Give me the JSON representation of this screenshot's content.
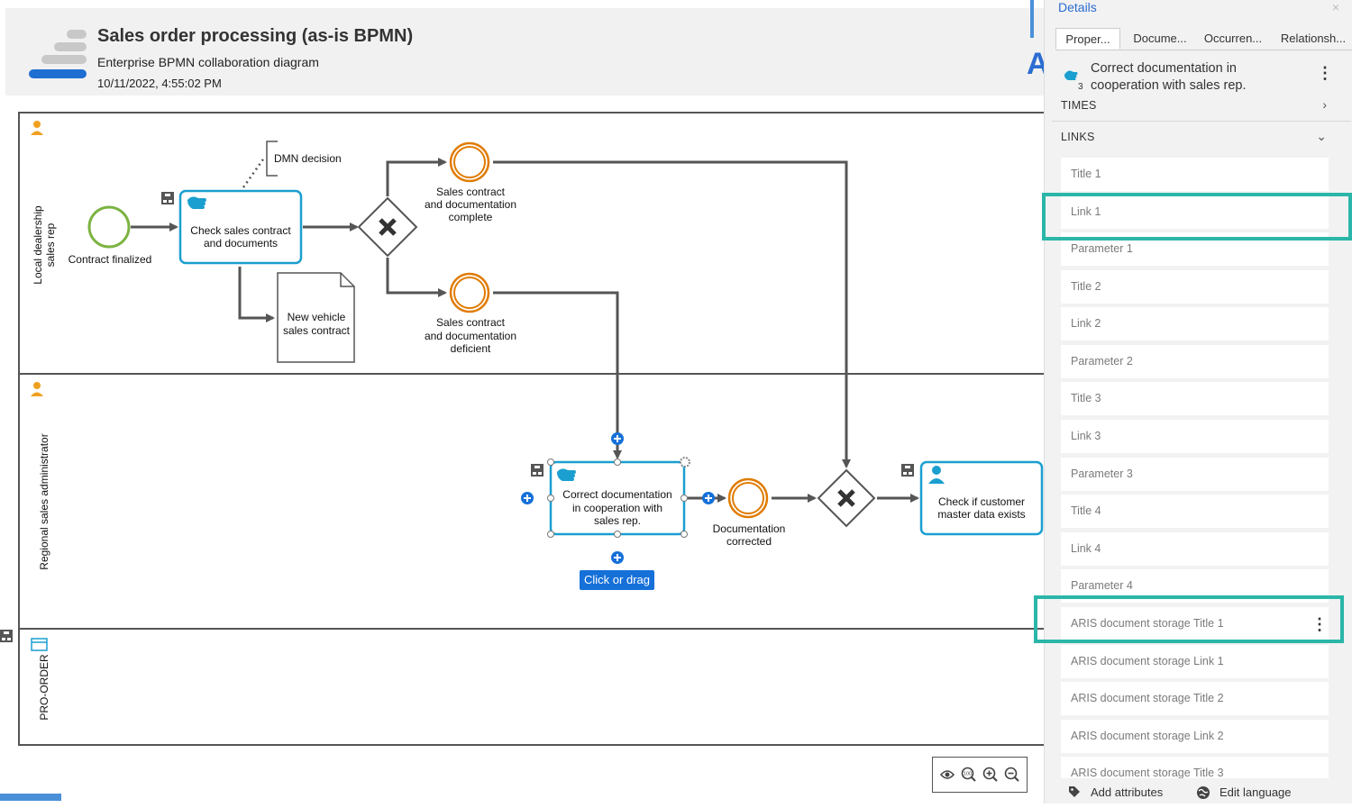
{
  "header": {
    "title": "Sales order processing (as-is BPMN)",
    "subtitle": "Enterprise BPMN collaboration diagram",
    "timestamp": "10/11/2022, 4:55:02 PM"
  },
  "diagram": {
    "lanes": [
      {
        "label_line1": "Local dealership",
        "label_line2": "sales rep"
      },
      {
        "label": "Regional sales administrator"
      },
      {
        "label": "PRO-ORDER"
      }
    ],
    "elements": {
      "start_event": "Contract finalized",
      "task_check_line1": "Check sales contract",
      "task_check_line2": "and documents",
      "dmn": "DMN decision",
      "doc_line1": "New vehicle",
      "doc_line2": "sales contract",
      "event_complete_line1": "Sales contract",
      "event_complete_line2": "and documentation",
      "event_complete_line3": "complete",
      "event_deficient_line1": "Sales contract",
      "event_deficient_line2": "and documentation",
      "event_deficient_line3": "deficient",
      "task_correct_line1": "Correct documentation",
      "task_correct_line2": "in cooperation with",
      "task_correct_line3": "sales rep.",
      "event_corrected_line1": "Documentation",
      "event_corrected_line2": "corrected",
      "task_customer_line1": "Check if customer",
      "task_customer_line2": "master data exists"
    },
    "click_or_drag": "Click or drag",
    "colors": {
      "task_border": "#1a9fd0",
      "event_orange": "#e07b00",
      "start_green": "#7cb342",
      "accent": "#1570d8"
    }
  },
  "zoom": {
    "icons": [
      "eye-icon",
      "zoom-100-icon",
      "zoom-in-icon",
      "zoom-out-icon"
    ],
    "zoom_label": "100"
  },
  "details": {
    "title": "Details",
    "close": "×",
    "tabs": [
      "Proper...",
      "Docume...",
      "Occurren...",
      "Relationsh..."
    ],
    "selected_object": {
      "name": "Correct documentation in cooperation with sales rep.",
      "count": "3"
    },
    "sections": {
      "times": "TIMES",
      "links": "LINKS"
    },
    "links": [
      "Title 1",
      "Link 1",
      "Parameter 1",
      "Title 2",
      "Link 2",
      "Parameter 2",
      "Title 3",
      "Link 3",
      "Parameter 3",
      "Title 4",
      "Link 4",
      "Parameter 4",
      "ARIS document storage Title 1",
      "ARIS document storage Link 1",
      "ARIS document storage Title 2",
      "ARIS document storage Link 2",
      "ARIS document storage Title 3"
    ],
    "footer": {
      "add_attributes": "Add attributes",
      "edit_language": "Edit language"
    }
  }
}
